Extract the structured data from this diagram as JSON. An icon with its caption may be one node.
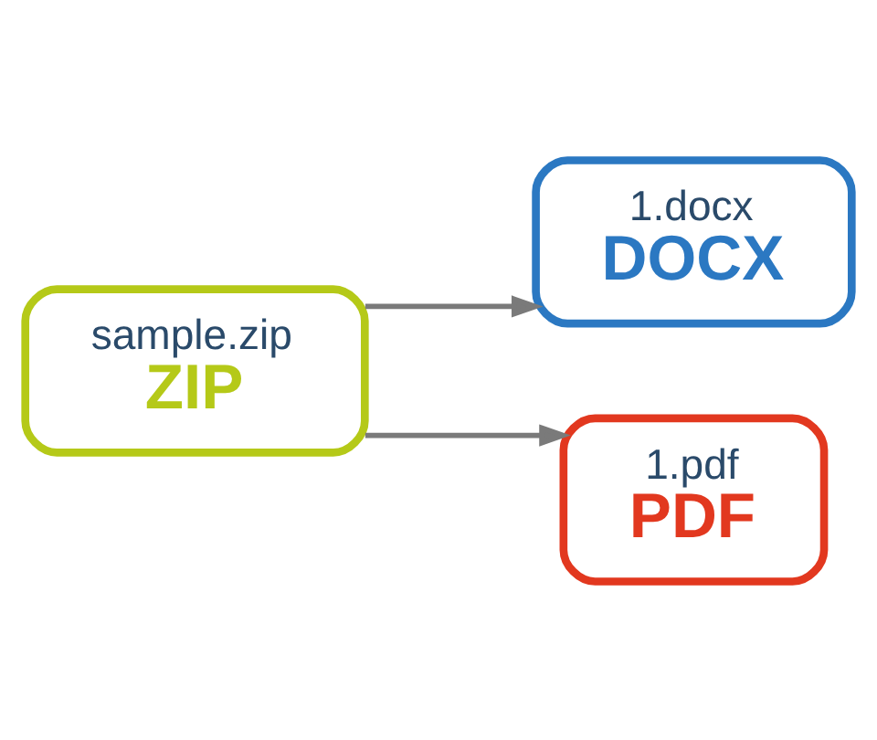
{
  "diagram": {
    "nodes": [
      {
        "text": [
          "sample.zip",
          "ZIP"
        ]
      },
      {
        "text": [
          "1.docx",
          "DOCX"
        ]
      },
      {
        "text": [
          "1.pdf",
          "PDF"
        ]
      }
    ],
    "edges": [
      {
        "from": 0,
        "to": 1,
        "arrow": "to"
      },
      {
        "from": 0,
        "to": 2,
        "arrow": "to"
      }
    ]
  }
}
